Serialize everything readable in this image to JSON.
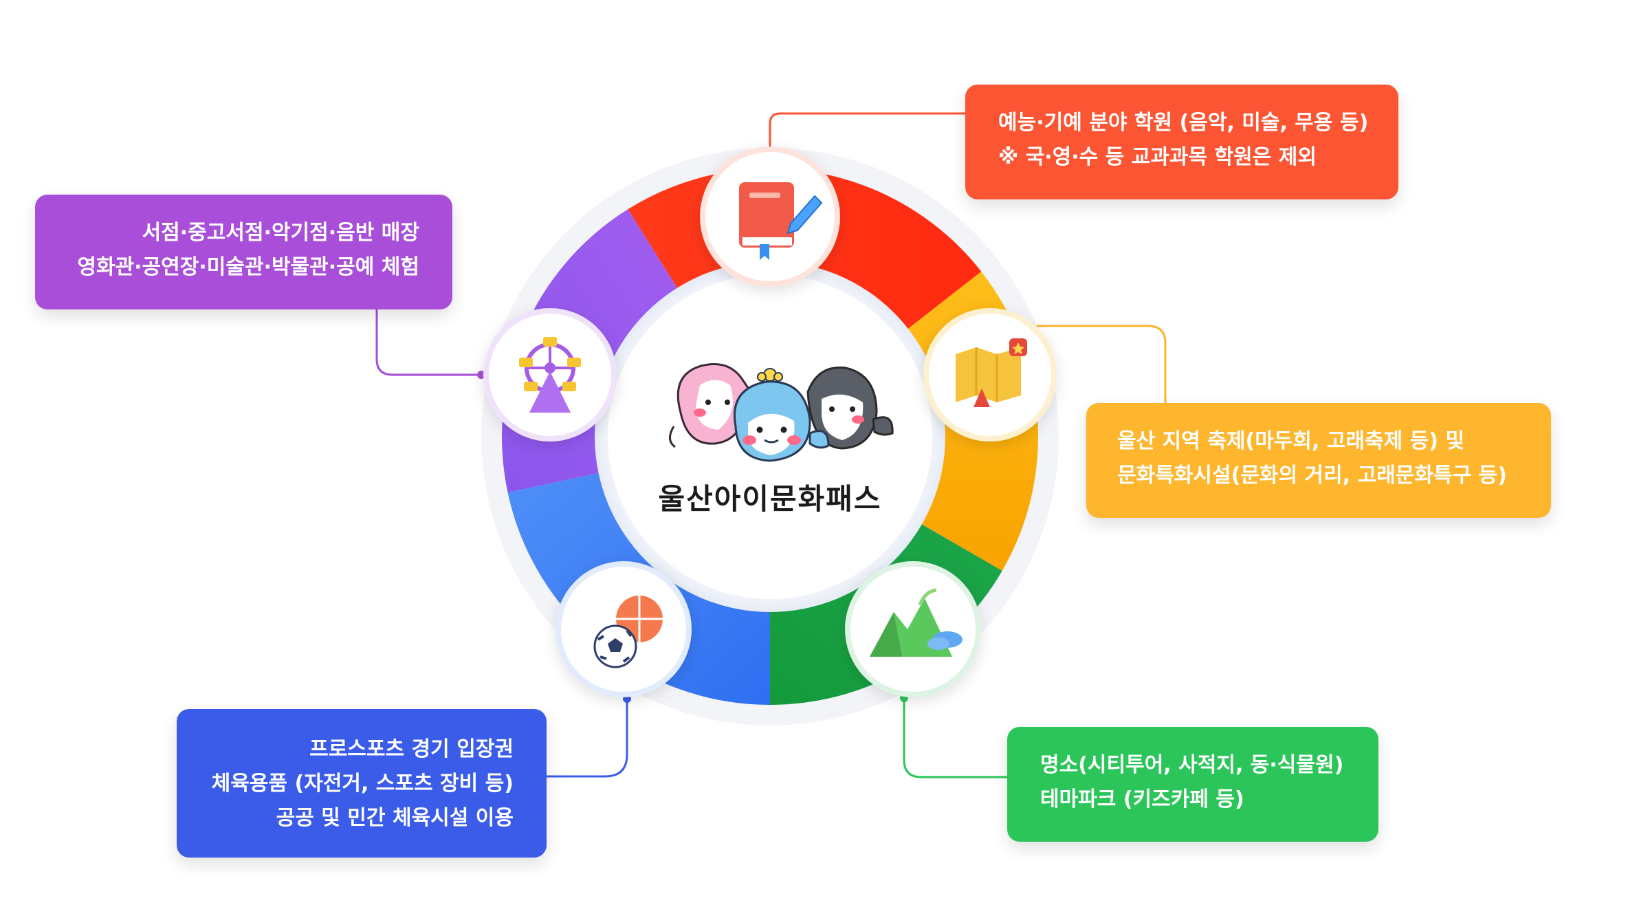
{
  "center": {
    "logo_text": "울산아이문화패스"
  },
  "categories": [
    {
      "id": "arts",
      "color": "#fb5533",
      "icon": "book-pencil-icon",
      "lines": [
        "예능·기예 분야 학원 (음악, 미술, 무용 등)",
        "※ 국·영·수 등 교과과목 학원은 제외"
      ]
    },
    {
      "id": "books",
      "color": "#a84ed8",
      "icon": "ferris-wheel-icon",
      "lines": [
        "서점·중고서점·악기점·음반 매장",
        "영화관·공연장·미술관·박물관·공예 체험"
      ]
    },
    {
      "id": "fest",
      "color": "#fdb62d",
      "icon": "map-flag-icon",
      "lines": [
        "울산 지역 축제(마두희, 고래축제 등) 및",
        "문화특화시설(문화의 거리, 고래문화특구 등)"
      ]
    },
    {
      "id": "sports",
      "color": "#3a5ce9",
      "icon": "sports-balls-icon",
      "lines": [
        "프로스포츠 경기 입장권",
        "체육용품 (자전거, 스포츠 장비 등)",
        "공공 및 민간 체육시설 이용"
      ]
    },
    {
      "id": "place",
      "color": "#2cc55a",
      "icon": "mountain-cloud-icon",
      "lines": [
        "명소(시티투어, 사적지, 동·식물원)",
        "테마파크 (키즈카페 등)"
      ]
    }
  ]
}
